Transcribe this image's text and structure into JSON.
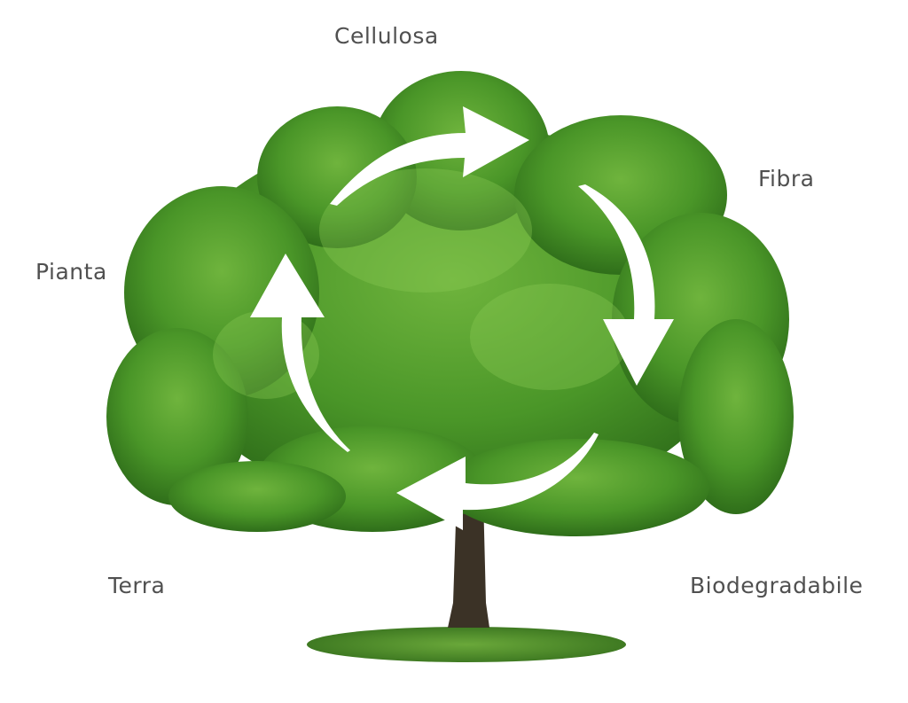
{
  "labels": {
    "cellulosa": "Cellulosa",
    "fibra": "Fibra",
    "pianta": "Pianta",
    "terra": "Terra",
    "biodegradabile": "Biodegradabile"
  },
  "colors": {
    "text": "#505050",
    "foliage_dark": "#2f6e1a",
    "foliage_mid": "#4a9628",
    "foliage_light": "#7cc04a",
    "trunk": "#3b3226",
    "grass": "#4f8a2a",
    "arrow": "#ffffff"
  }
}
